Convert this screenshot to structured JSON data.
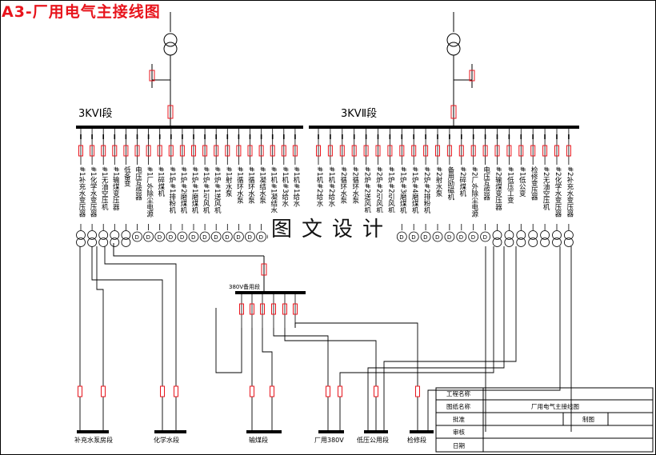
{
  "title": "A3-厂用电气主接线图",
  "watermark": "图文设计",
  "bus_labels": {
    "left": "3KVⅠ段",
    "right": "3KVⅡ段",
    "standby": "380V备用段"
  },
  "feeders_left": [
    "#1补充水变压器",
    "#1化学水变压器",
    "#1无油空压机",
    "#1输煤变压器",
    "低备变",
    "电压互感器",
    "#1厂外除尘电源",
    "#1碎煤机",
    "#1炉#1排粉机",
    "#1炉#2磨煤机",
    "#1炉#1磨煤机",
    "#1炉#1引风机",
    "#1炉#1送风机",
    "#1射水泵",
    "#1循环水泵",
    "#1循环水泵",
    "#1凝结水泵",
    "#1机#1凝结水泵",
    "#1机#3给水",
    "#1机#1给水"
  ],
  "feeders_right": [
    "#1机#2给水",
    "#1机#2给水",
    "#2循环水泵",
    "#2循环水泵",
    "#2炉#2送风机",
    "#2炉#2引风机",
    "#1炉#2引风机",
    "#1炉#3磨煤机",
    "#1炉#4磨煤机",
    "#2炉#2排粉机",
    "#2射水泵",
    "备用励磁机",
    "#2碎煤机",
    "#2厂外除尘电源",
    "电压互感器",
    "#2输煤变压器",
    "#1低压工变",
    "#1低公变",
    "检修变压器",
    "#2无油空压机",
    "#2化学水变压器",
    "#2补充水变压器"
  ],
  "load_buses": [
    "补充水泵房段",
    "化学水段",
    "输煤段",
    "厂用380V",
    "低压公用段",
    "检修段"
  ],
  "title_block": {
    "project_name_label": "工程名称",
    "drawing_name_label": "图纸名称",
    "drawing_name_value": "厂用电气主接线图",
    "approved_label": "批准",
    "drawn_label": "制图",
    "reviewed_label": "审核",
    "date_label": "日期"
  },
  "colors": {
    "title": "#e8141c",
    "breaker": "#e8141c",
    "line": "#000000"
  }
}
